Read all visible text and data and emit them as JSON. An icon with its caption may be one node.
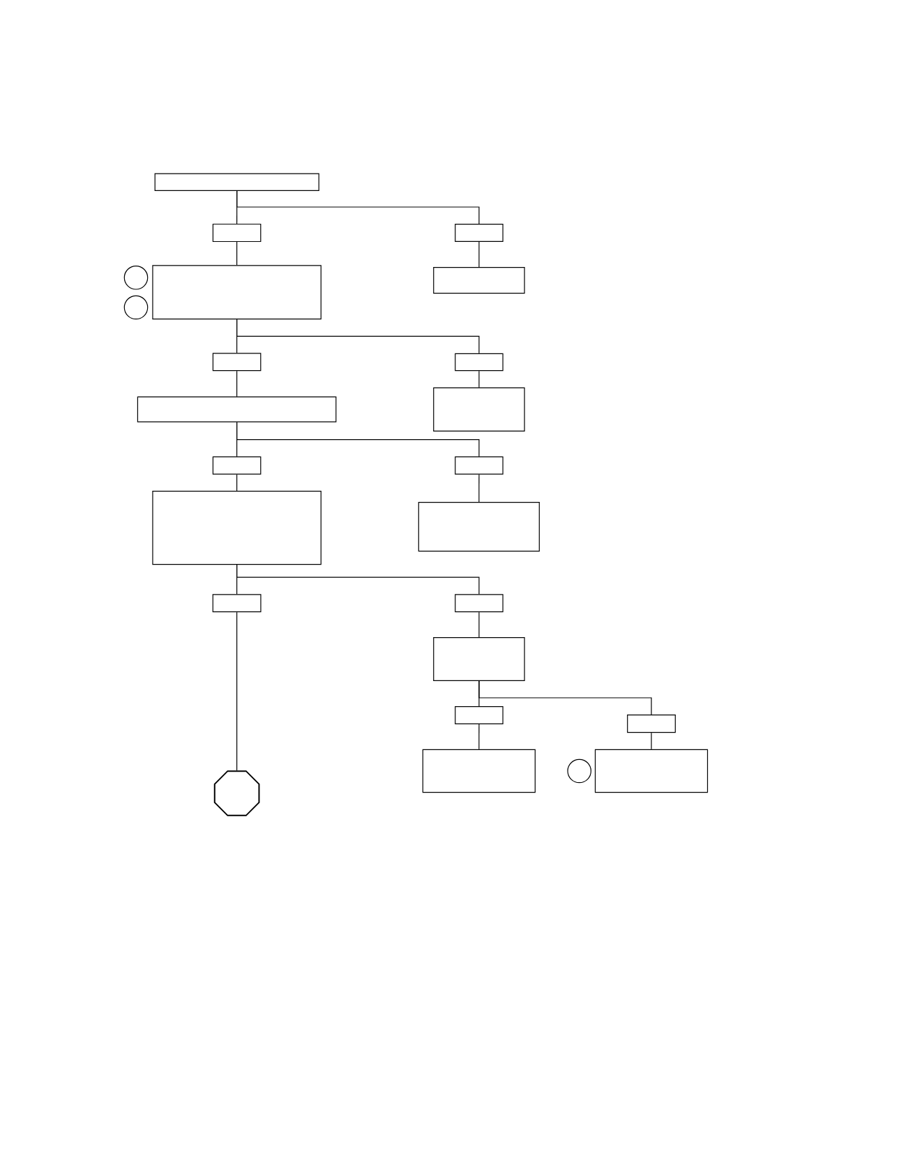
{
  "diagram": {
    "nodes": [
      {
        "text": [],
        "shape": "box"
      },
      {
        "text": [],
        "shape": "box"
      },
      {
        "text": [],
        "shape": "box"
      },
      {
        "text": [],
        "shape": "circle"
      },
      {
        "text": [],
        "shape": "circle"
      },
      {
        "text": [],
        "shape": "box"
      },
      {
        "text": [],
        "shape": "box"
      },
      {
        "text": [],
        "shape": "box"
      },
      {
        "text": [],
        "shape": "box"
      },
      {
        "text": [],
        "shape": "box"
      },
      {
        "text": [],
        "shape": "box"
      },
      {
        "text": [],
        "shape": "box"
      },
      {
        "text": [],
        "shape": "box"
      },
      {
        "text": [],
        "shape": "box"
      },
      {
        "text": [],
        "shape": "box"
      },
      {
        "text": [],
        "shape": "box"
      },
      {
        "text": [],
        "shape": "box"
      },
      {
        "text": [],
        "shape": "box"
      },
      {
        "text": [],
        "shape": "box"
      },
      {
        "text": [],
        "shape": "box"
      },
      {
        "text": [],
        "shape": "octagon"
      },
      {
        "text": [],
        "shape": "box"
      },
      {
        "text": [],
        "shape": "circle"
      },
      {
        "text": [],
        "shape": "box"
      }
    ],
    "edges": [
      {
        "from": 0,
        "to": 1,
        "arrow": "none"
      },
      {
        "from": 0,
        "to": 2,
        "arrow": "none"
      },
      {
        "from": 1,
        "to": 5,
        "arrow": "none"
      },
      {
        "from": 2,
        "to": 6,
        "arrow": "none"
      },
      {
        "from": 5,
        "to": 7,
        "arrow": "none"
      },
      {
        "from": 5,
        "to": 8,
        "arrow": "none"
      },
      {
        "from": 7,
        "to": 9,
        "arrow": "none"
      },
      {
        "from": 8,
        "to": 10,
        "arrow": "none"
      },
      {
        "from": 9,
        "to": 11,
        "arrow": "none"
      },
      {
        "from": 9,
        "to": 12,
        "arrow": "none"
      },
      {
        "from": 11,
        "to": 13,
        "arrow": "none"
      },
      {
        "from": 12,
        "to": 14,
        "arrow": "none"
      },
      {
        "from": 13,
        "to": 15,
        "arrow": "none"
      },
      {
        "from": 13,
        "to": 16,
        "arrow": "none"
      },
      {
        "from": 15,
        "to": 20,
        "arrow": "none"
      },
      {
        "from": 16,
        "to": 17,
        "arrow": "none"
      },
      {
        "from": 17,
        "to": 18,
        "arrow": "none"
      },
      {
        "from": 17,
        "to": 19,
        "arrow": "none"
      },
      {
        "from": 18,
        "to": 21,
        "arrow": "none"
      },
      {
        "from": 19,
        "to": 23,
        "arrow": "none"
      }
    ]
  }
}
